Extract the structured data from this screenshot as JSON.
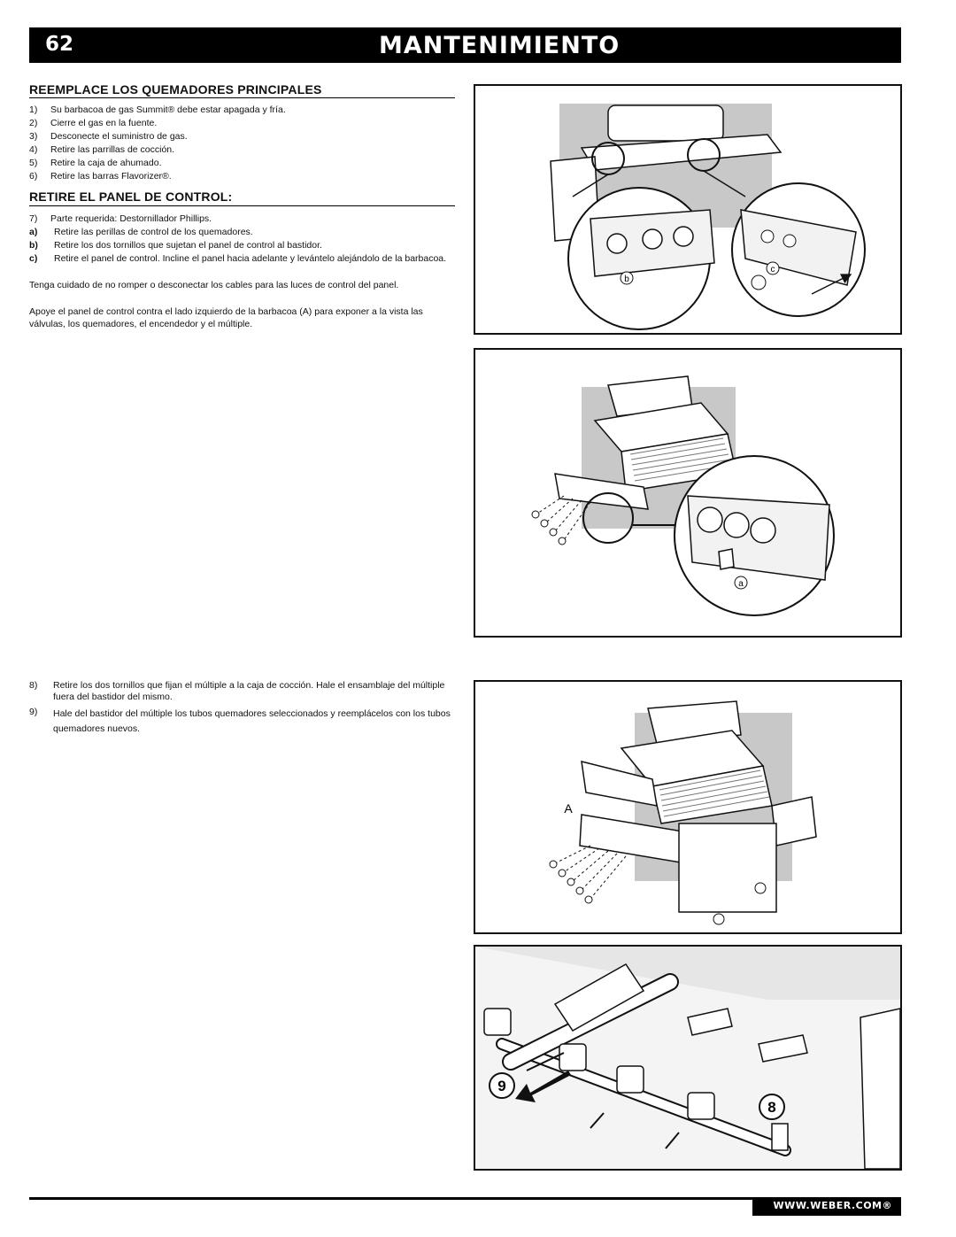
{
  "header": {
    "page_number": "62",
    "title": "MANTENIMIENTO"
  },
  "section1": {
    "heading": "REEMPLACE LOS QUEMADORES PRINCIPALES",
    "steps": [
      {
        "n": "1)",
        "text": "Su barbacoa de gas Summit® debe estar apagada y fría."
      },
      {
        "n": "2)",
        "text": "Cierre el gas en la fuente."
      },
      {
        "n": "3)",
        "text": "Desconecte el suministro de gas."
      },
      {
        "n": "4)",
        "text": "Retire las parrillas de cocción."
      },
      {
        "n": "5)",
        "text": "Retire la caja de ahumado."
      },
      {
        "n": "6)",
        "text": "Retire las barras Flavorizer®."
      }
    ]
  },
  "section2": {
    "heading": "RETIRE EL PANEL DE CONTROL:",
    "step7": {
      "n": "7)",
      "text": "Parte requerida: Destornillador Phillips."
    },
    "substeps": [
      {
        "l": "a)",
        "text": "Retire las perillas de control de los quemadores."
      },
      {
        "l": "b)",
        "text": "Retire los dos tornillos que sujetan el panel de control al bastidor."
      },
      {
        "l": "c)",
        "text": "Retire el panel de control. Incline el panel hacia adelante y levántelo alejándolo de la barbacoa."
      }
    ],
    "note1": "Tenga cuidado de no romper o desconectar los cables para las luces de control del panel.",
    "note2": "Apoye el panel de control contra el lado izquierdo de la barbacoa (A) para exponer a la vista las válvulas, los quemadores, el encendedor y el múltiple."
  },
  "section3": {
    "steps": [
      {
        "n": "8)",
        "text": "Retire los dos tornillos que fijan el múltiple a la caja de cocción. Hale el ensamblaje del múltiple fuera del bastidor del mismo."
      },
      {
        "n": "9)",
        "text": "Hale del bastidor del múltiple los tubos quemadores seleccionados y reemplácelos con los tubos quemadores nuevos."
      }
    ]
  },
  "figures": {
    "fig1_labels": [
      "b",
      "c"
    ],
    "fig2_labels": [
      "a"
    ],
    "fig3_labels": [
      "A"
    ],
    "fig4_labels": [
      "9",
      "8"
    ]
  },
  "footer": {
    "url": "WWW.WEBER.COM®"
  }
}
